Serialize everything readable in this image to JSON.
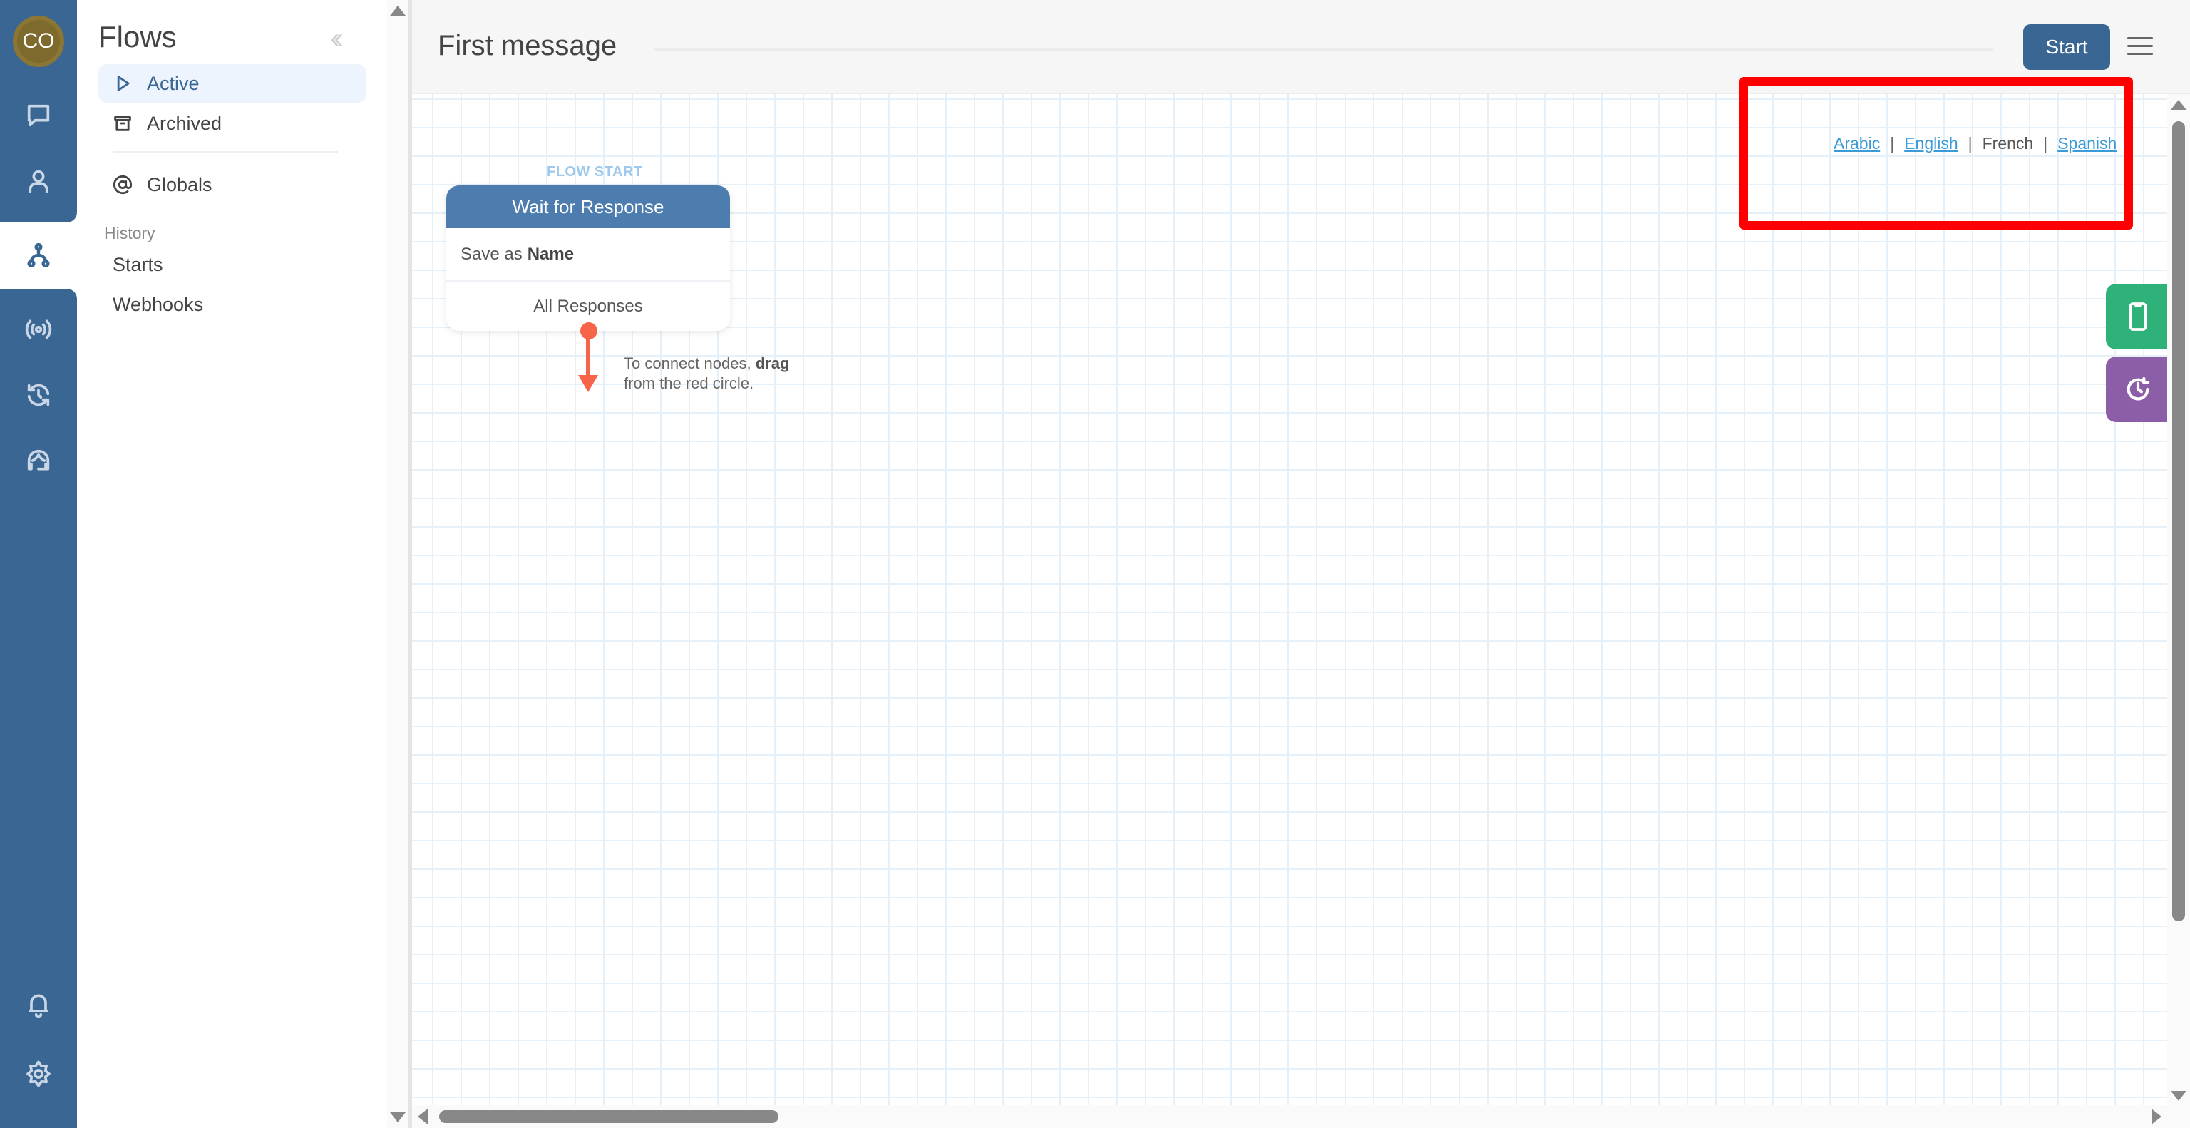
{
  "rail": {
    "avatar_initials": "CO",
    "items": [
      {
        "name": "chat",
        "icon": "chat-bubble-icon"
      },
      {
        "name": "contacts",
        "icon": "user-icon"
      },
      {
        "name": "flows",
        "icon": "flow-tree-icon",
        "active": true
      },
      {
        "name": "broadcast",
        "icon": "broadcast-icon"
      },
      {
        "name": "triggers",
        "icon": "clock-refresh-icon"
      },
      {
        "name": "support",
        "icon": "headset-agent-icon"
      },
      {
        "name": "notifications",
        "icon": "bell-icon"
      },
      {
        "name": "settings",
        "icon": "gear-icon"
      }
    ],
    "colors": {
      "background": "#3a6693",
      "icon": "#c8d6e6"
    }
  },
  "panel": {
    "title": "Flows",
    "collapse_icon": "double-chevron-left-icon",
    "items": [
      {
        "label": "Active",
        "icon": "play-outline-icon",
        "active": true
      },
      {
        "label": "Archived",
        "icon": "archive-box-icon"
      },
      {
        "label": "Globals",
        "icon": "at-sign-icon"
      }
    ],
    "history": {
      "label": "History",
      "items": [
        {
          "label": "Starts"
        },
        {
          "label": "Webhooks"
        }
      ]
    }
  },
  "header": {
    "title": "First message",
    "start_label": "Start",
    "menu_icon": "hamburger-menu-icon"
  },
  "languages": {
    "items": [
      {
        "label": "Arabic",
        "link": true
      },
      {
        "label": "English",
        "link": true
      },
      {
        "label": "French",
        "link": false,
        "current": true
      },
      {
        "label": "Spanish",
        "link": true
      }
    ],
    "separator": "|"
  },
  "node": {
    "flow_start_label": "FLOW START",
    "type_label": "Wait for Response",
    "save_prefix": "Save as",
    "save_variable": "Name",
    "exit_label": "All Responses",
    "header_color": "#4d7caf",
    "exit_color": "#f76448"
  },
  "hint": {
    "line1_prefix": "To connect nodes,",
    "line1_bold": "drag",
    "line2": "from the red circle."
  },
  "side_buttons": [
    {
      "name": "simulator",
      "icon": "phone-icon",
      "color": "#2fb27a"
    },
    {
      "name": "revisions",
      "icon": "clock-history-icon",
      "color": "#8c5ea8"
    }
  ],
  "annotation": {
    "highlight_color": "#ff0000"
  }
}
